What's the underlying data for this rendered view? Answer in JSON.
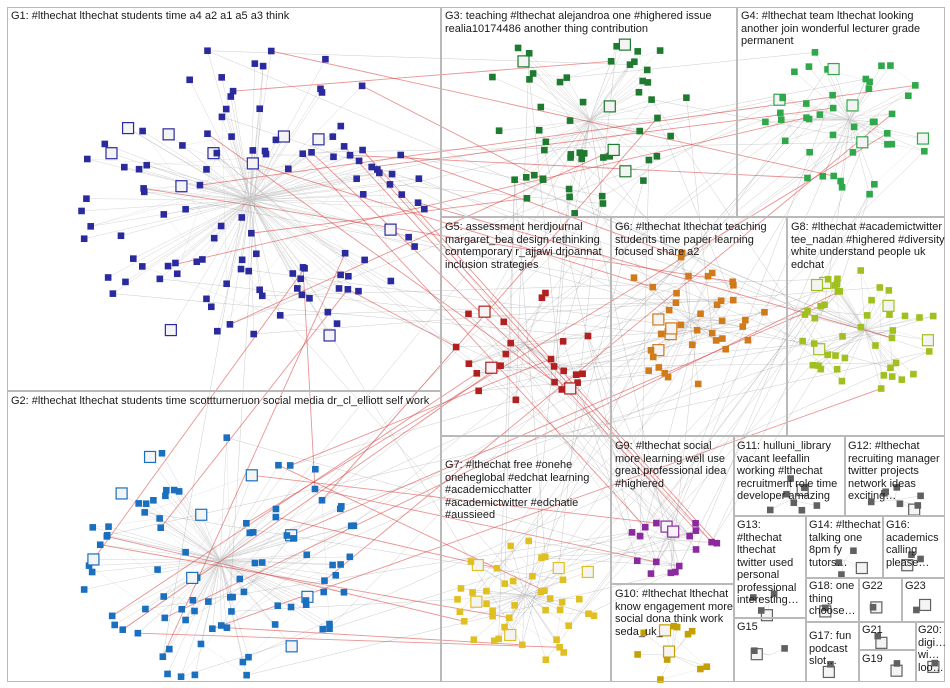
{
  "graph": {
    "edge_color_primary": "#c9c9c9",
    "edge_color_highlight": "#d93a3a",
    "border_color": "#b9b9b9",
    "groups": [
      {
        "id": "G1",
        "label": "G1: #lthechat lthechat students time a4 a2 a1 a5 a3 think",
        "color": "#2a2a9e"
      },
      {
        "id": "G2",
        "label": "G2: #lthechat lthechat students time scottturneruon social media dr_cl_elliott self work",
        "color": "#1a6fbf"
      },
      {
        "id": "G3",
        "label": "G3: teaching #lthechat alejandroa one #highered issue realia10174486 another thing contribution",
        "color": "#1e7a2e"
      },
      {
        "id": "G4",
        "label": "G4: #lthechat team lthechat looking another join wonderful lecturer grade permanent",
        "color": "#2ea84a"
      },
      {
        "id": "G5",
        "label": "G5: assessment herdjournal margaret_bea design rethinking contemporary r_ajjawi drjoannat inclusion strategies",
        "color": "#b02020"
      },
      {
        "id": "G6",
        "label": "G6: #lthechat lthechat teaching students time paper learning focused share a2",
        "color": "#d07a1a"
      },
      {
        "id": "G7",
        "label": "G7: #lthechat free #onehe oneheglobal #edchat learning #academicchatter #academictwitter #edchatie #aussieed",
        "color": "#e0c020"
      },
      {
        "id": "G8",
        "label": "G8: #lthechat #academictwitter tee_nadan #highered #diversity white understand people uk edchat",
        "color": "#a0c020"
      },
      {
        "id": "G9",
        "label": "G9: #lthechat social more learning well use great professional idea #highered",
        "color": "#8a2a9e"
      },
      {
        "id": "G10",
        "label": "G10: #lthechat lthechat know engagement more social dona think work seda_uk_",
        "color": "#c4a000"
      },
      {
        "id": "G11",
        "label": "G11: hulluni_library vacant leefallin working #lthechat recruitment role time developer amazing",
        "color": "#606060"
      },
      {
        "id": "G12",
        "label": "G12: #lthechat recruiting manager twitter projects network ideas exciting…",
        "color": "#606060"
      },
      {
        "id": "G13",
        "label": "G13: #lthechat lthechat twitter used personal professional interesting…",
        "color": "#606060"
      },
      {
        "id": "G14",
        "label": "G14: #lthechat talking one 8pm fy tutors…",
        "color": "#606060"
      },
      {
        "id": "G15",
        "label": "G15",
        "color": "#606060"
      },
      {
        "id": "G16",
        "label": "G16: academics calling please…",
        "color": "#606060"
      },
      {
        "id": "G17",
        "label": "G17: fun podcast slot…",
        "color": "#606060"
      },
      {
        "id": "G18",
        "label": "G18: one thing choose…",
        "color": "#606060"
      },
      {
        "id": "G19",
        "label": "G19",
        "color": "#606060"
      },
      {
        "id": "G20",
        "label": "G20: digi… wi… loo…",
        "color": "#606060"
      },
      {
        "id": "G21",
        "label": "G21",
        "color": "#606060"
      },
      {
        "id": "G22",
        "label": "G22",
        "color": "#606060"
      },
      {
        "id": "G23",
        "label": "G23",
        "color": "#606060"
      }
    ]
  }
}
